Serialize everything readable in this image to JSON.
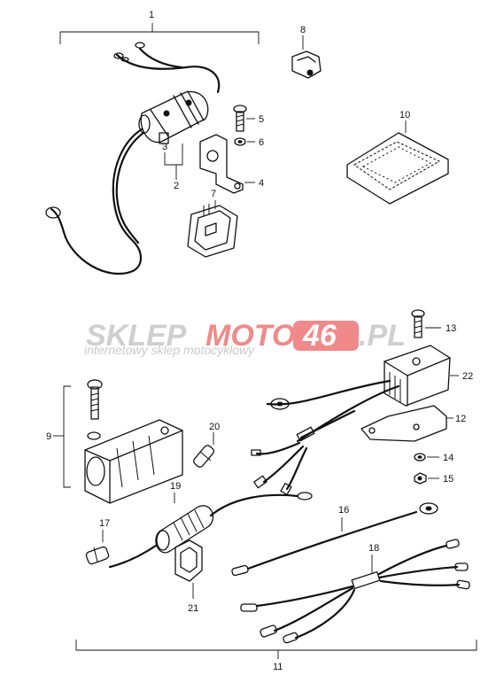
{
  "watermark": {
    "part1": "SKLEP",
    "part2": "MOTO",
    "part3": "46",
    "part4": ".PL",
    "subtitle": "internetowy sklep motocyklowy",
    "grey": "#cfcfcf",
    "red": "#f08a8a"
  },
  "callouts": {
    "c1": "1",
    "c2": "2",
    "c3": "3",
    "c4": "4",
    "c5": "5",
    "c6": "6",
    "c7": "7",
    "c8": "8",
    "c9": "9",
    "c10": "10",
    "c11": "11",
    "c12": "12",
    "c13": "13",
    "c14": "14",
    "c15": "15",
    "c16": "16",
    "c17": "17",
    "c18": "18",
    "c19": "19",
    "c20": "20",
    "c21": "21",
    "c22": "22"
  }
}
